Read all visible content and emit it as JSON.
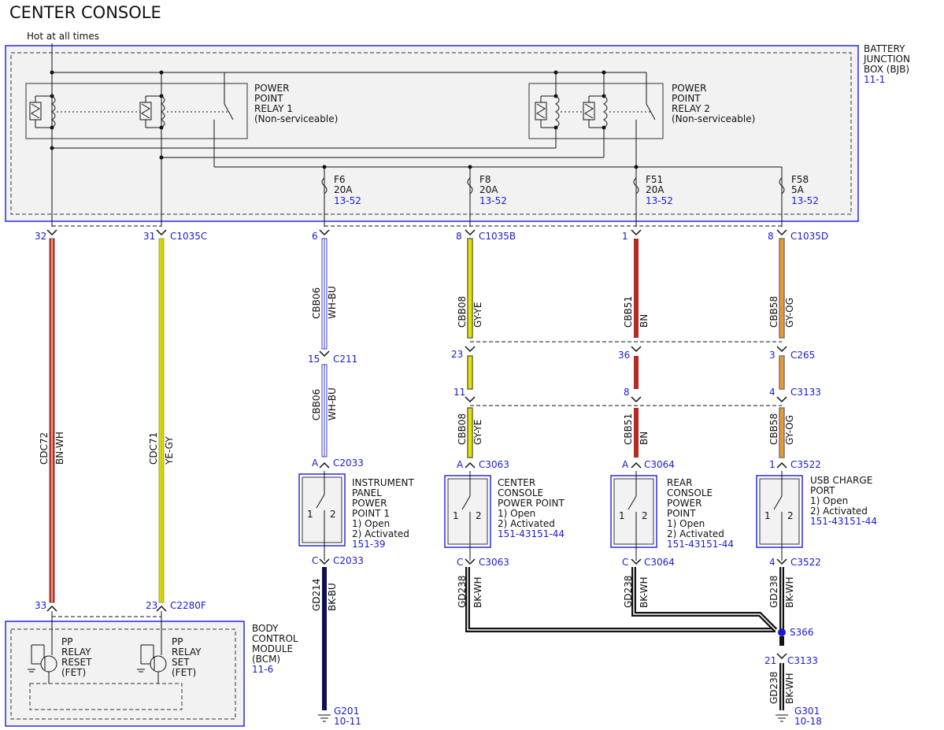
{
  "title": "CENTER CONSOLE",
  "hot_label": "Hot at all times",
  "bjb": {
    "line1": "BATTERY",
    "line2": "JUNCTION",
    "line3": "BOX (BJB)",
    "ref": "11-1"
  },
  "relay1": {
    "l1": "POWER",
    "l2": "POINT",
    "l3": "RELAY 1",
    "l4": "(Non-serviceable)"
  },
  "relay2": {
    "l1": "POWER",
    "l2": "POINT",
    "l3": "RELAY 2",
    "l4": "(Non-serviceable)"
  },
  "fuses": [
    {
      "name": "F6",
      "rating": "20A",
      "ref": "13-52"
    },
    {
      "name": "F8",
      "rating": "20A",
      "ref": "13-52"
    },
    {
      "name": "F51",
      "rating": "20A",
      "ref": "13-52"
    },
    {
      "name": "F58",
      "rating": "5A",
      "ref": "13-52"
    }
  ],
  "connectors": {
    "c1035c": "C1035C",
    "c1035b": "C1035B",
    "c1035d": "C1035D",
    "c211": "C211",
    "c265": "C265",
    "c3133": "C3133",
    "c2033": "C2033",
    "c3063": "C3063",
    "c3064": "C3064",
    "c3522": "C3522",
    "c2280f": "C2280F",
    "s366": "S366"
  },
  "pins": {
    "p32": "32",
    "p31": "31",
    "p6": "6",
    "p8a": "8",
    "p1a": "1",
    "p8b": "8",
    "p15": "15",
    "p23a": "23",
    "p36": "36",
    "p3": "3",
    "p11": "11",
    "p8c": "8",
    "p4a": "4",
    "pA1": "A",
    "pA2": "A",
    "pA3": "A",
    "p1b": "1",
    "pC1": "C",
    "pC2": "C",
    "pC3": "C",
    "p4b": "4",
    "p33": "33",
    "p23b": "23",
    "p21": "21"
  },
  "wires": {
    "cdc72": "CDC72",
    "bnwh": "BN-WH",
    "cdc71": "CDC71",
    "yegy": "YE-GY",
    "cbb06": "CBB06",
    "whbu": "WH-BU",
    "cbb08": "CBB08",
    "gyye": "GY-YE",
    "cbb51": "CBB51",
    "bn": "BN",
    "cbb58": "CBB58",
    "gyog": "GY-OG",
    "gd214": "GD214",
    "bkbu": "BK-BU",
    "gd238": "GD238",
    "bkwh": "BK-WH"
  },
  "colors": {
    "bnwh": "#c0392b",
    "yegy": "#e5e500",
    "whbu": "#3a3ad0",
    "gyye": "#8a8a3a",
    "bn": "#b52a23",
    "gyog": "#a07840",
    "bkbu": "#101050",
    "bkwh": "#111111",
    "outline": "#2a2ae0"
  },
  "switches": [
    {
      "l1": "INSTRUMENT",
      "l2": "PANEL",
      "l3": "POWER",
      "l4": "POINT 1",
      "l5": "1) Open",
      "l6": "2) Activated",
      "ref": "151-39"
    },
    {
      "l1": "CENTER",
      "l2": "CONSOLE",
      "l3": "POWER POINT",
      "l4": "1) Open",
      "l5": "2) Activated",
      "ref": "151-43151-44"
    },
    {
      "l1": "REAR",
      "l2": "CONSOLE",
      "l3": "POWER",
      "l4": "POINT",
      "l5": "1) Open",
      "l6": "2) Activated",
      "ref": "151-43151-44"
    },
    {
      "l1": "USB CHARGE",
      "l2": "PORT",
      "l3": "1) Open",
      "l4": "2) Activated",
      "ref": "151-43151-44"
    }
  ],
  "switch_pins": {
    "one": "1",
    "two": "2"
  },
  "bcm": {
    "l1": "BODY",
    "l2": "CONTROL",
    "l3": "MODULE",
    "l4": "(BCM)",
    "ref": "11-6",
    "reset1": "PP",
    "reset2": "RELAY",
    "reset3": "RESET",
    "reset4": "(FET)",
    "set1": "PP",
    "set2": "RELAY",
    "set3": "SET",
    "set4": "(FET)"
  },
  "grounds": [
    {
      "name": "G201",
      "ref": "10-11"
    },
    {
      "name": "G301",
      "ref": "10-18"
    }
  ]
}
